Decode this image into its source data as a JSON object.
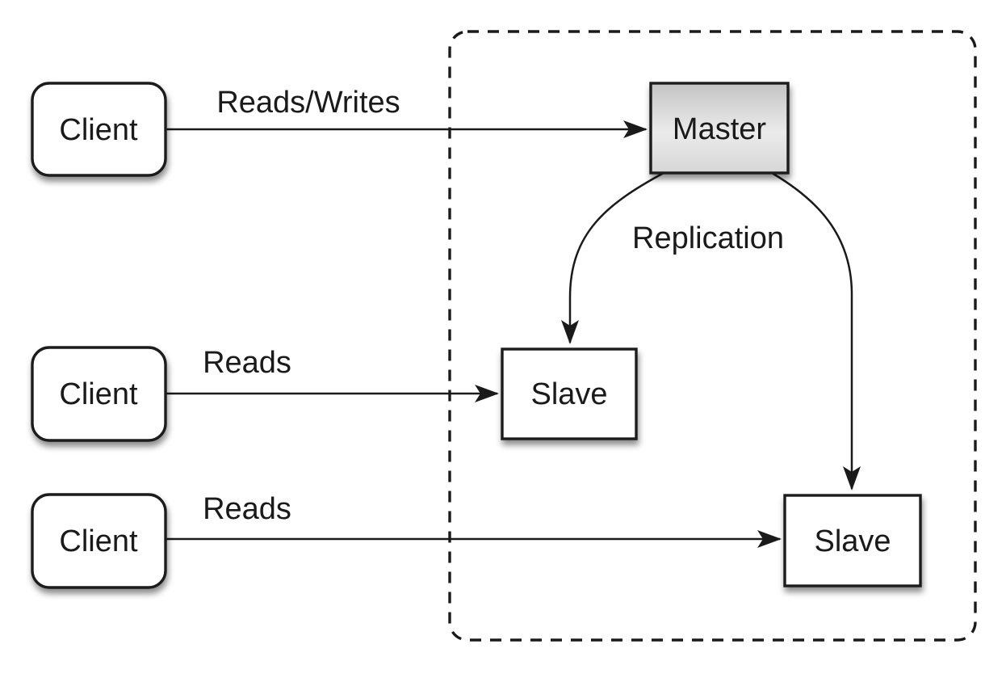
{
  "diagram": {
    "type": "architecture-diagram",
    "topic": "master-slave-replication",
    "boundary": {
      "style": "dashed-rounded-rect"
    },
    "nodes": {
      "client1": {
        "label": "Client",
        "shape": "rounded-rect"
      },
      "client2": {
        "label": "Client",
        "shape": "rounded-rect"
      },
      "client3": {
        "label": "Client",
        "shape": "rounded-rect"
      },
      "master": {
        "label": "Master",
        "shape": "rect-gradient"
      },
      "slave1": {
        "label": "Slave",
        "shape": "rect"
      },
      "slave2": {
        "label": "Slave",
        "shape": "rect"
      }
    },
    "edges": {
      "client1_to_master": {
        "label": "Reads/Writes",
        "from": "client1",
        "to": "master",
        "style": "straight-arrow"
      },
      "client2_to_slave1": {
        "label": "Reads",
        "from": "client2",
        "to": "slave1",
        "style": "straight-arrow"
      },
      "client3_to_slave2": {
        "label": "Reads",
        "from": "client3",
        "to": "slave2",
        "style": "straight-arrow"
      },
      "master_to_slave1": {
        "label": "",
        "from": "master",
        "to": "slave1",
        "style": "curved-arrow"
      },
      "master_to_slave2": {
        "label": "",
        "from": "master",
        "to": "slave2",
        "style": "curved-arrow"
      },
      "replication_label": {
        "label": "Replication"
      }
    },
    "colors": {
      "background": "#ffffff",
      "stroke": "#1a1a1a",
      "text_color": "#1a1a1a",
      "node_fill": "#ffffff",
      "master_fill_top": "#c4c4c4",
      "master_fill_mid": "#ebebeb",
      "master_fill_bottom": "#d6d6d6"
    }
  }
}
